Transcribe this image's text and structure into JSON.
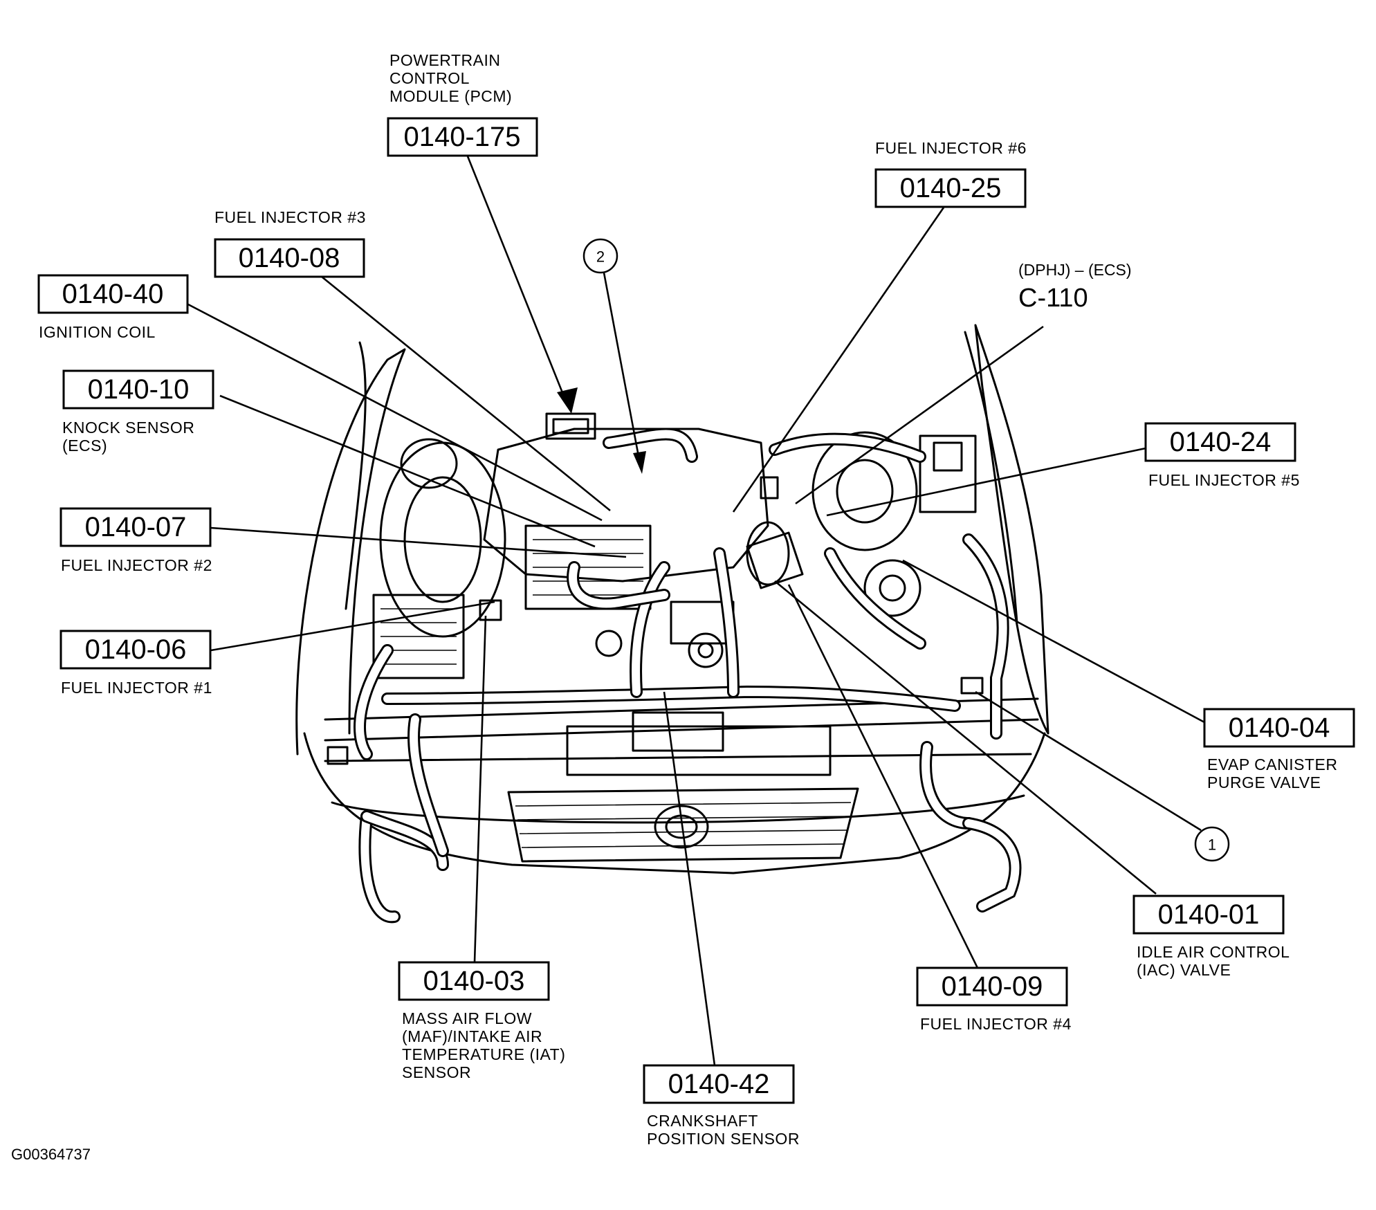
{
  "figure_id": "G00364737",
  "connector": {
    "code": "(DPHJ) – (ECS)",
    "name": "C-110"
  },
  "callouts": [
    {
      "id": "callout-1",
      "label": "1"
    },
    {
      "id": "callout-2",
      "label": "2"
    }
  ],
  "components": [
    {
      "id": "pcm",
      "code": "0140-175",
      "desc": [
        "POWERTRAIN",
        "CONTROL",
        "MODULE (PCM)"
      ]
    },
    {
      "id": "injector-6",
      "code": "0140-25",
      "desc": [
        "FUEL INJECTOR #6"
      ]
    },
    {
      "id": "injector-3",
      "code": "0140-08",
      "desc": [
        "FUEL INJECTOR #3"
      ]
    },
    {
      "id": "ignition-coil",
      "code": "0140-40",
      "desc": [
        "IGNITION COIL"
      ]
    },
    {
      "id": "knock-sensor",
      "code": "0140-10",
      "desc": [
        "KNOCK SENSOR",
        " (ECS)"
      ]
    },
    {
      "id": "injector-2",
      "code": "0140-07",
      "desc": [
        "FUEL INJECTOR #2"
      ]
    },
    {
      "id": "injector-1",
      "code": "0140-06",
      "desc": [
        "FUEL INJECTOR #1"
      ]
    },
    {
      "id": "injector-5",
      "code": "0140-24",
      "desc": [
        "FUEL INJECTOR #5"
      ]
    },
    {
      "id": "evap-purge",
      "code": "0140-04",
      "desc": [
        "EVAP CANISTER",
        "PURGE VALVE"
      ]
    },
    {
      "id": "iac-valve",
      "code": "0140-01",
      "desc": [
        "IDLE AIR CONTROL",
        "(IAC) VALVE"
      ]
    },
    {
      "id": "injector-4",
      "code": "0140-09",
      "desc": [
        "FUEL INJECTOR #4"
      ]
    },
    {
      "id": "maf-sensor",
      "code": "0140-03",
      "desc": [
        "MASS AIR FLOW",
        "(MAF)/INTAKE AIR",
        "TEMPERATURE (IAT)",
        "SENSOR"
      ]
    },
    {
      "id": "ckp-sensor",
      "code": "0140-42",
      "desc": [
        "CRANKSHAFT",
        "POSITION SENSOR"
      ]
    }
  ]
}
